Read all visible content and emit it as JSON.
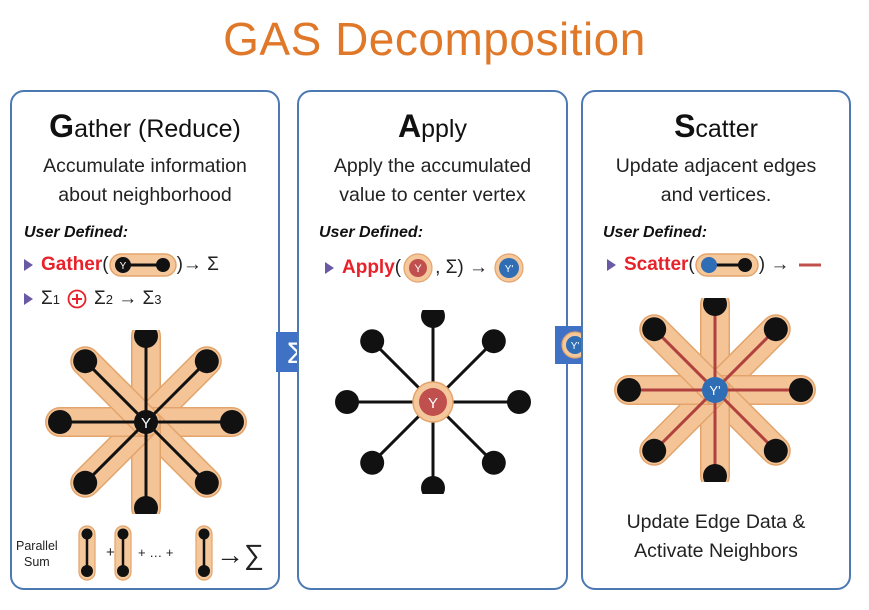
{
  "title": "GAS Decomposition",
  "gather": {
    "head_initial": "G",
    "head_rest": "ather",
    "head_suffix": " (Reduce)",
    "desc_line1": "Accumulate information",
    "desc_line2": "about neighborhood",
    "user_defined": "User Defined:",
    "fn_name": "Gather",
    "fn_open": "(",
    "fn_close": ")",
    "fn_result": " → Σ",
    "sum_a": "Σ",
    "sum_a_sub": "1",
    "sum_b": "Σ",
    "sum_b_sub": "2",
    "sum_arrow": " → ",
    "sum_c": "Σ",
    "sum_c_sub": "3",
    "vertex_label": "Y",
    "parallel_line1": "Parallel",
    "parallel_line2": "Sum",
    "plus": "+",
    "ellipsis": "+ … +",
    "final_sum": "→∑"
  },
  "apply": {
    "head_initial": "A",
    "head_rest": "pply",
    "desc_line1": "Apply the accumulated",
    "desc_line2": "value to center vertex",
    "user_defined": "User Defined:",
    "fn_name": "Apply",
    "fn_open": "(",
    "fn_args": ", Σ)",
    "fn_result": " →",
    "vertex_label": "Y",
    "arrow_symbol": "Σ"
  },
  "scatter": {
    "head_initial": "S",
    "head_rest": "catter",
    "desc_line1": "Update adjacent edges",
    "desc_line2": "and vertices.",
    "user_defined": "User Defined:",
    "fn_name": "Scatter",
    "fn_open": "(",
    "fn_close": ")",
    "fn_result": " →",
    "vertex_label": "Y'",
    "note_line1": "Update Edge Data &",
    "note_line2": "Activate Neighbors",
    "arrow_symbol": "Y'"
  },
  "colors": {
    "title": "#e0782a",
    "panel_border": "#4d79b3",
    "highlight": "#e8222a",
    "edge_glow": "#f5c89c",
    "apply_vertex": "#c0504d",
    "scatter_vertex": "#2f6db5",
    "arrow_blue": "#3f72c4"
  }
}
